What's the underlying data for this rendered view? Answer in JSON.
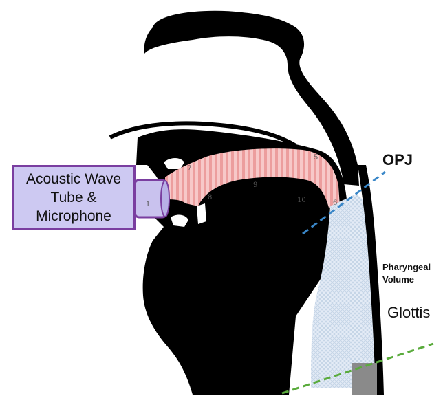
{
  "device": {
    "line1": "Acoustic Wave",
    "line2": "Tube &",
    "line3": "Microphone"
  },
  "opj": {
    "label": "OPJ"
  },
  "pharynx": {
    "line1": "Pharyngeal",
    "line2": "Volume"
  },
  "glottis": {
    "label": "Glottis"
  },
  "segment_numbers": [
    "1",
    "7",
    "8",
    "9",
    "10",
    "6",
    "5"
  ],
  "colors": {
    "anatomy": "#000000",
    "oral_airway": "#f2b3b3",
    "pharyngeal_volume": "#dde7f3",
    "opj_line": "#3a87c8",
    "glottis_line": "#5aab3c",
    "device_border": "#7a3ea0",
    "device_fill": "#cdc9f2"
  }
}
